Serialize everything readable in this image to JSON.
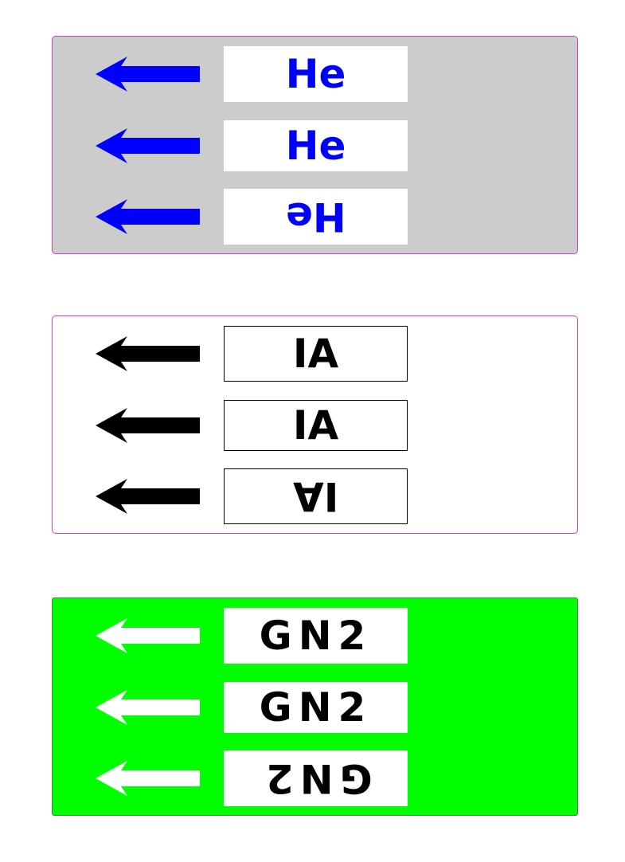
{
  "panels": [
    {
      "name": "He",
      "background": "#cccccc",
      "arrow_color": "#0000ff",
      "label_bg": "#ffffff",
      "label_border": "none",
      "text_color": "#0000ff",
      "labels": [
        "He",
        "He",
        "He"
      ]
    },
    {
      "name": "IA",
      "background": "#ffffff",
      "arrow_color": "#000000",
      "label_bg": "#ffffff",
      "label_border": "#000000",
      "text_color": "#000000",
      "labels": [
        "IA",
        "IA",
        "IA"
      ]
    },
    {
      "name": "GN2",
      "background": "#00ff00",
      "arrow_color": "#ffffff",
      "label_bg": "#ffffff",
      "label_border": "none",
      "text_color": "#000000",
      "labels": [
        "GN2",
        "GN2",
        "GN2"
      ]
    }
  ],
  "orientation": [
    "upright",
    "upright",
    "rotated-180"
  ],
  "arrow_direction": "left"
}
